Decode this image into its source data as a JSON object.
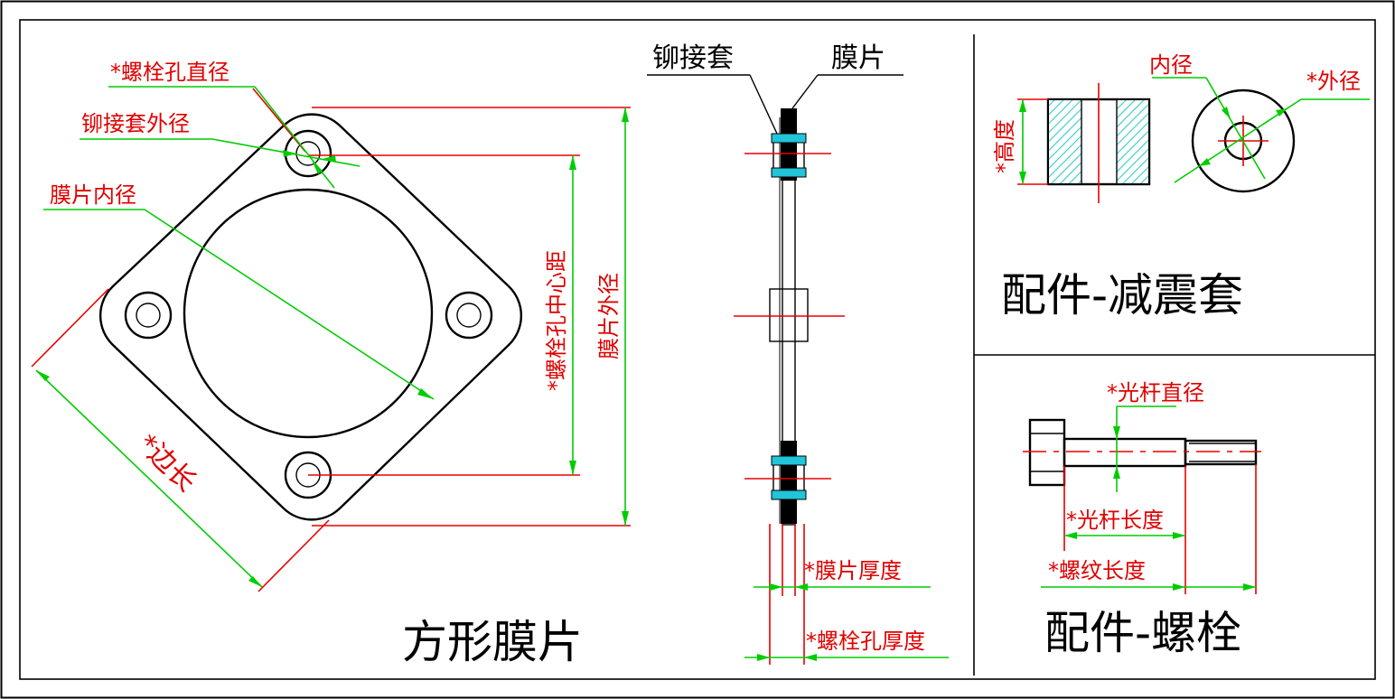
{
  "membrane": {
    "title": "方形膜片",
    "labels": {
      "bolt_hole_diameter": "*螺栓孔直径",
      "rivet_sleeve_outer_diameter": "铆接套外径",
      "membrane_inner_diameter": "膜片内径",
      "bolt_hole_center_distance": "*螺栓孔中心距",
      "membrane_outer_diameter": "膜片外径",
      "side_length": "*边长"
    }
  },
  "section": {
    "labels": {
      "rivet_sleeve": "铆接套",
      "membrane": "膜片",
      "membrane_thickness": "*膜片厚度",
      "bolt_hole_thickness": "*螺栓孔厚度"
    }
  },
  "damper": {
    "title": "配件-减震套",
    "labels": {
      "inner_diameter": "内径",
      "outer_diameter": "*外径",
      "height": "*高度"
    }
  },
  "bolt": {
    "title": "配件-螺栓",
    "labels": {
      "shank_diameter": "*光杆直径",
      "shank_length": "*光杆长度",
      "thread_length": "*螺纹长度"
    }
  },
  "colors": {
    "object_lines": "#000000",
    "dimension_lines": "#00cc00",
    "label_text": "#e00000",
    "extension_lines": "#e80000",
    "hatch": "#33cccc",
    "sleeve": "#22c4d9"
  }
}
